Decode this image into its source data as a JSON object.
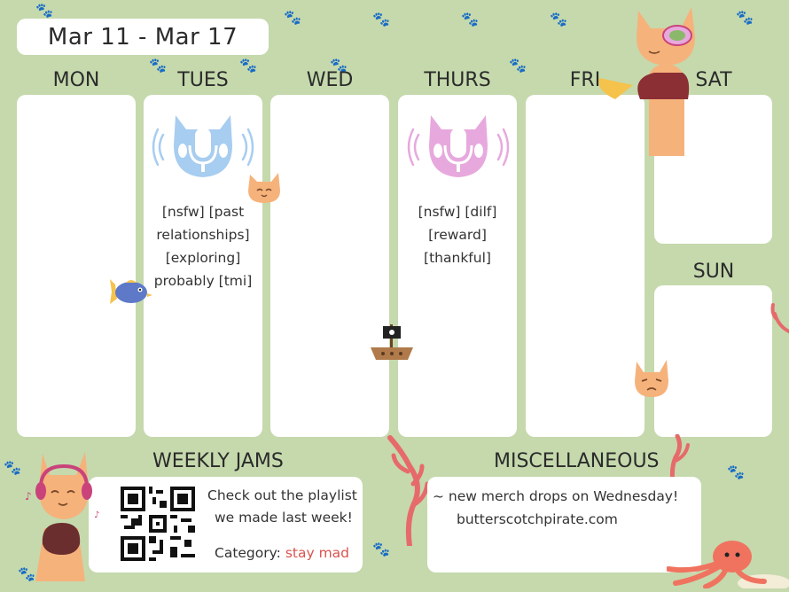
{
  "week": {
    "range": "Mar 11 - Mar 17"
  },
  "days": {
    "mon": "MON",
    "tues": "TUES",
    "wed": "WED",
    "thurs": "THURS",
    "fri": "FRI",
    "sat": "SAT",
    "sun": "SUN"
  },
  "tuesday_entry": {
    "lines": [
      "[nsfw] [past",
      "relationships]",
      "[exploring]",
      "probably [tmi]"
    ],
    "mic_color": "#a7cdf0"
  },
  "thursday_entry": {
    "lines": [
      "[nsfw] [dilf]",
      "[reward]",
      "[thankful]"
    ],
    "mic_color": "#e7a9dd"
  },
  "weekly_jams": {
    "title": "WEEKLY JAMS",
    "line1": "Check out the playlist",
    "line2": "we made last week!",
    "category_label": "Category: ",
    "category_value": "stay mad"
  },
  "misc": {
    "title": "MISCELLANEOUS",
    "item1": "~ new merch drops on Wednesday!",
    "link": "butterscotchpirate.com"
  },
  "colors": {
    "background": "#c5d9ad",
    "accent_red": "#d9534f",
    "cat_orange": "#f6b27b"
  }
}
